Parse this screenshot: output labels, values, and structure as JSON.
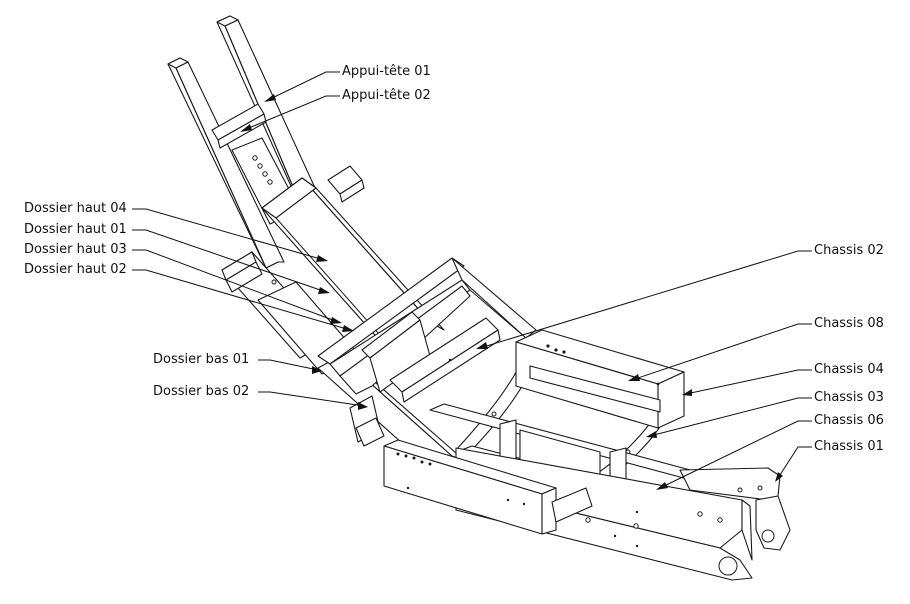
{
  "labels": {
    "appui_tete_01": "Appui-tête 01",
    "appui_tete_02": "Appui-tête 02",
    "dossier_haut_04": "Dossier haut 04",
    "dossier_haut_01": "Dossier haut 01",
    "dossier_haut_03": "Dossier haut 03",
    "dossier_haut_02": "Dossier haut 02",
    "dossier_bas_01": "Dossier bas 01",
    "dossier_bas_02": "Dossier bas 02",
    "chassis_02": "Chassis 02",
    "chassis_08": "Chassis 08",
    "chassis_04": "Chassis 04",
    "chassis_03": "Chassis 03",
    "chassis_06": "Chassis 06",
    "chassis_01": "Chassis 01"
  }
}
